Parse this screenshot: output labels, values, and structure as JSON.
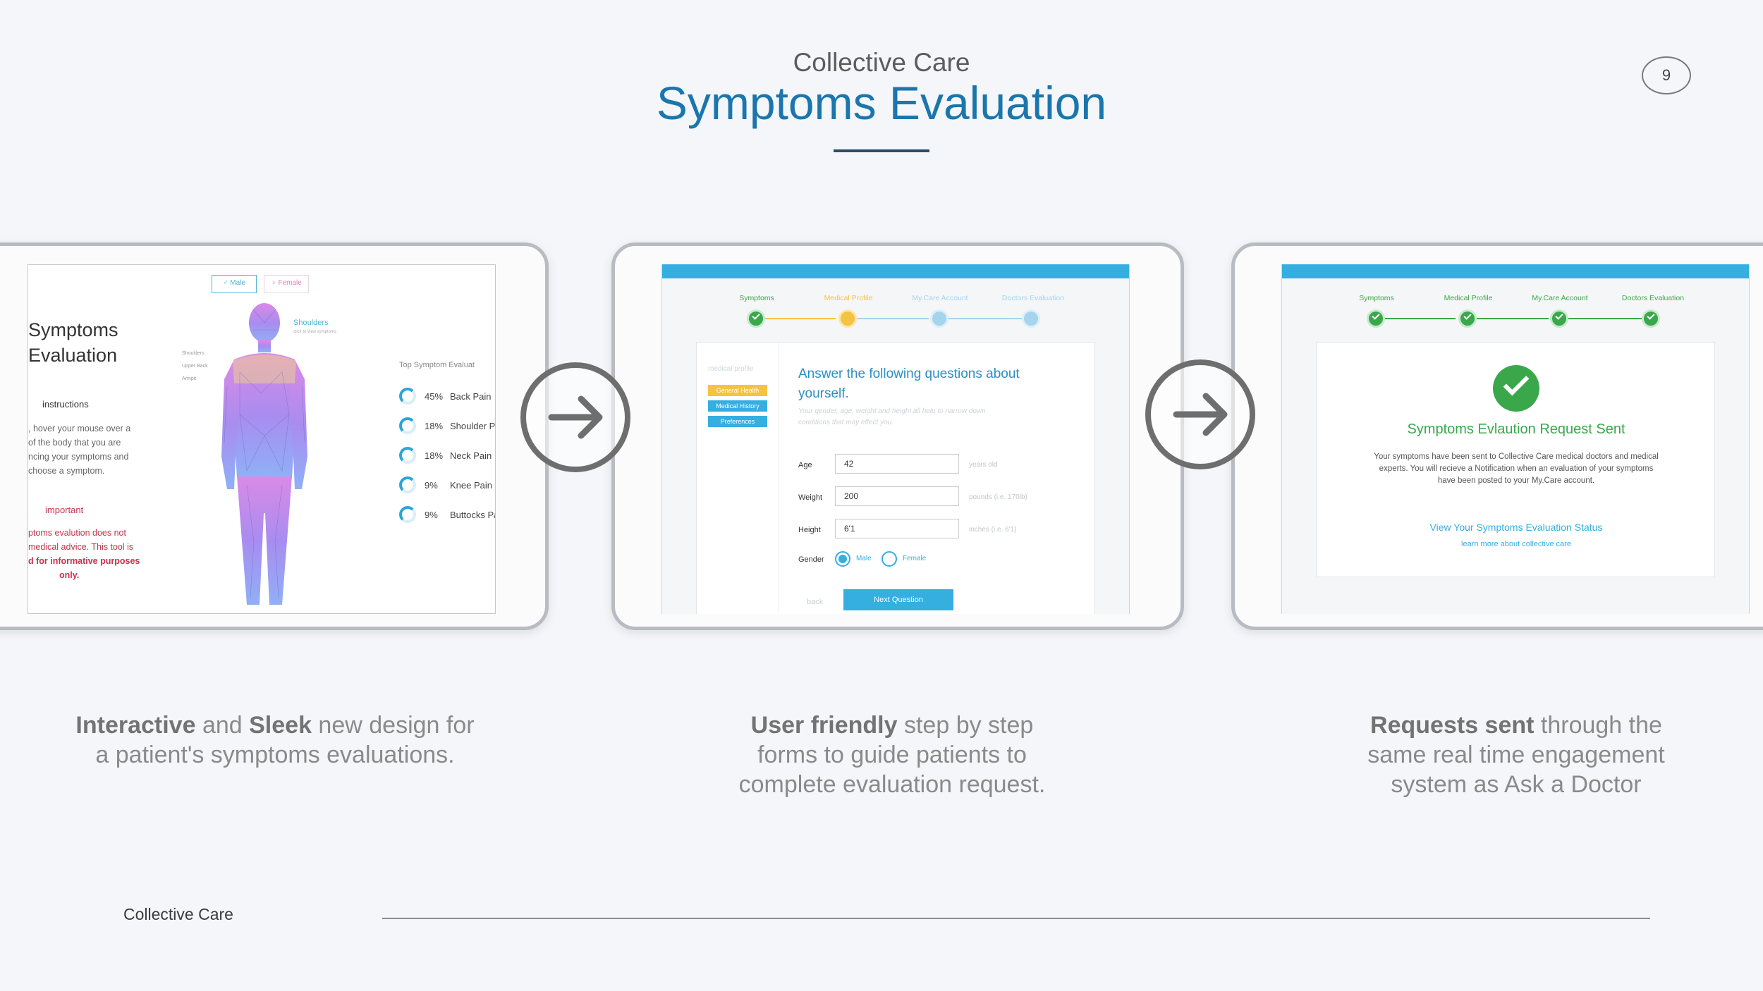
{
  "header": {
    "subtitle": "Collective Care",
    "title": "Symptoms Evaluation",
    "page_number": "9"
  },
  "screen1": {
    "gender_toggle": [
      "♂ Male",
      "♀ Female"
    ],
    "title_line1": "Symptoms",
    "title_line2": "Evaluation",
    "instructions_heading": "instructions",
    "instructions_lines": [
      ", hover your mouse over a",
      "of the body that you are",
      "ncing your symptoms and",
      "choose a symptom."
    ],
    "important_heading": "important",
    "important_lines": [
      "ptoms evalution does not",
      "medical advice. This tool is",
      "d for informative purposes",
      "only."
    ],
    "region_labels": [
      "Shoulders",
      "Upper Back",
      "Armpit"
    ],
    "hover_label": "Shoulders",
    "hover_sub": "click to view symptoms",
    "top_heading": "Top Symptom Evaluat",
    "top_symptoms": [
      {
        "pct": "45%",
        "name": "Back Pain"
      },
      {
        "pct": "18%",
        "name": "Shoulder P"
      },
      {
        "pct": "18%",
        "name": "Neck Pain"
      },
      {
        "pct": "9%",
        "name": "Knee Pain"
      },
      {
        "pct": "9%",
        "name": "Buttocks Pa"
      }
    ]
  },
  "screen2": {
    "steps": [
      "Symptoms",
      "Medical Profile",
      "My.Care Account",
      "Doctors Evaluation"
    ],
    "sidebar_title": "medical profile",
    "sidebar_items": [
      "General Health",
      "Medical History",
      "Preferences"
    ],
    "question_line1": "Answer the following questions about",
    "question_line2": "yourself.",
    "question_hint_line1": "Your gender, age, weight and height all help to narrow down",
    "question_hint_line2": "conditions that may effect you.",
    "fields": [
      {
        "label": "Age",
        "value": "42",
        "hint": "years old"
      },
      {
        "label": "Weight",
        "value": "200",
        "hint": "pounds (i.e. 170lb)"
      },
      {
        "label": "Height",
        "value": "6'1",
        "hint": "inches (i.e. 6'1)"
      }
    ],
    "gender_label": "Gender",
    "gender_options": [
      "Male",
      "Female"
    ],
    "back_label": "back",
    "next_label": "Next Question"
  },
  "screen3": {
    "steps": [
      "Symptoms",
      "Medical Profile",
      "My.Care Account",
      "Doctors Evaluation"
    ],
    "card_title": "Symptoms Evlaution Request Sent",
    "card_body_line1": "Your symptoms have been sent to Collective Care medical doctors and medical",
    "card_body_line2": "experts. You will recieve a Notification when an evaluation of your symptoms",
    "card_body_line3": "have been posted to your My.Care account.",
    "status_link": "View Your Symptoms Evaluation Status",
    "learn_link": "learn more about collective care"
  },
  "captions": {
    "c1": {
      "bold1": "Interactive",
      "t1": " and ",
      "bold2": "Sleek",
      "t2": " new design for",
      "line2": "a patient's symptoms evaluations."
    },
    "c2": {
      "bold1": "User friendly",
      "t1": " step by step",
      "line2": "forms to guide patients to",
      "line3": "complete evaluation request."
    },
    "c3": {
      "bold1": "Requests sent",
      "t1": " through the",
      "line2": "same real time engagement",
      "line3": "system as Ask a Doctor"
    }
  },
  "footer": {
    "brand": "Collective Care"
  },
  "colors": {
    "title_blue": "#1a76ad",
    "accent_cyan": "#35aee0",
    "success_green": "#3aa84a",
    "pending_yellow": "#f5c342",
    "important_red": "#c9304b"
  },
  "icons": [
    "arrow-right-circle-icon",
    "check-circle-icon",
    "male-symbol-icon",
    "female-symbol-icon"
  ]
}
